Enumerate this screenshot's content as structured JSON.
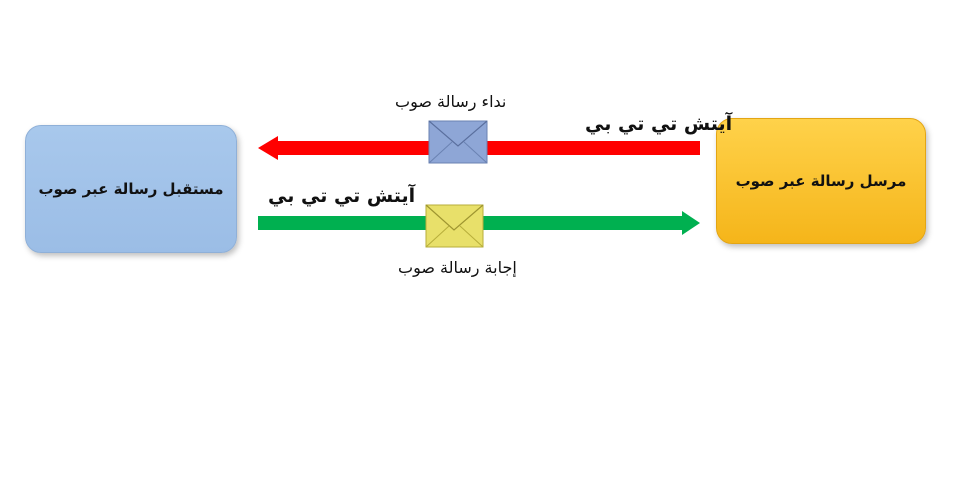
{
  "nodes": {
    "receiver": "مستقبل رسالة عبر صوب",
    "sender": "مرسل رسالة عبر صوب"
  },
  "messages": {
    "request_label": "نداء رسالة صوب",
    "response_label": "إجابة رسالة صوب",
    "protocol_top": "آيتش تي تي بي",
    "protocol_bottom": "آيتش تي تي بي"
  },
  "colors": {
    "request_arrow": "#ff0000",
    "response_arrow": "#00b050",
    "request_envelope": "#8ea6d6",
    "response_envelope": "#e8e06a"
  }
}
